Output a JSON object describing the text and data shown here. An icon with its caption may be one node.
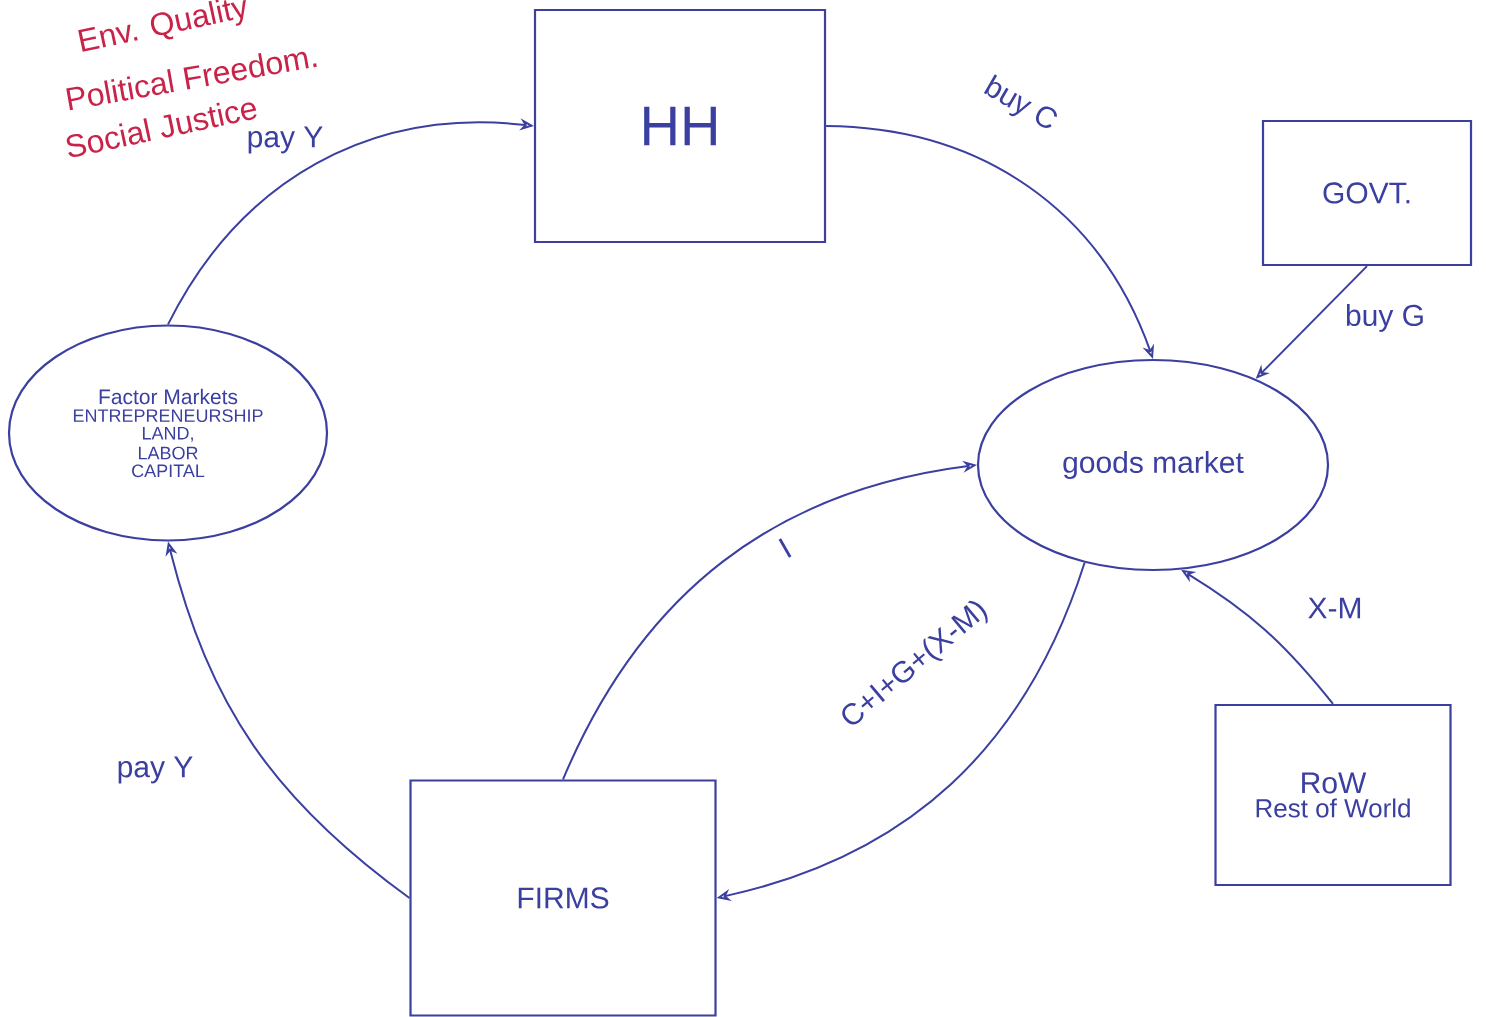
{
  "diagram": {
    "nodes": [
      {
        "text": [
          "HH"
        ]
      },
      {
        "text": [
          "GOVT."
        ]
      },
      {
        "text": [
          "goods market"
        ]
      },
      {
        "text": [
          "Factor Markets",
          "ENTREPRENEURSHIP",
          "LAND,",
          "LABOR",
          "CAPITAL"
        ]
      },
      {
        "text": [
          "FIRMS"
        ]
      },
      {
        "text": [
          "RoW",
          "Rest of World"
        ]
      }
    ],
    "edges": [
      {
        "from": 0,
        "to": 2,
        "arrow": "to",
        "label": "buy C"
      },
      {
        "from": 1,
        "to": 2,
        "arrow": "to",
        "label": "buy G"
      },
      {
        "from": 5,
        "to": 2,
        "arrow": "to",
        "label": "X-M"
      },
      {
        "from": 2,
        "to": 4,
        "arrow": "to",
        "label": "C+I+G+(X-M)"
      },
      {
        "from": 4,
        "to": 2,
        "arrow": "to",
        "label": "I"
      },
      {
        "from": 4,
        "to": 3,
        "arrow": "to",
        "label": "pay Y"
      },
      {
        "from": 3,
        "to": 0,
        "arrow": "to",
        "label": "pay Y"
      }
    ],
    "labels": [
      "Env. Quality",
      "Political Freedom.",
      "Social Justice"
    ]
  }
}
